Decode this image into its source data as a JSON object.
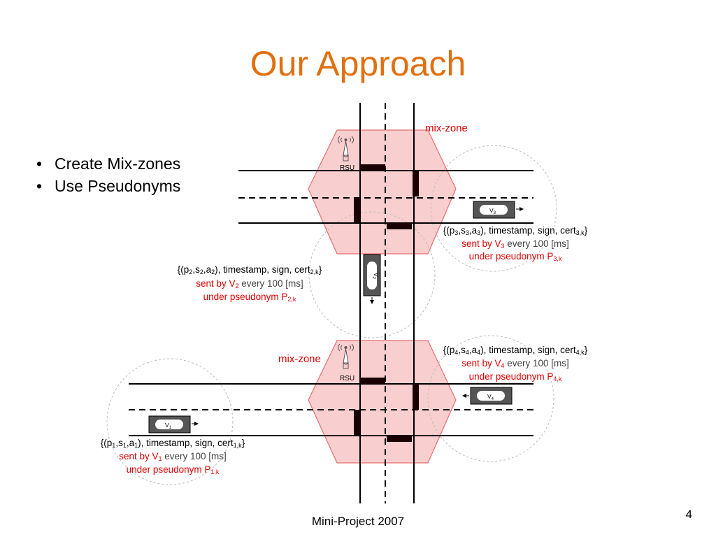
{
  "slide": {
    "title": "Our Approach",
    "bullets": [
      "Create Mix-zones",
      "Use Pseudonyms"
    ],
    "footer": "Mini-Project 2007",
    "page_number": "4"
  },
  "diagram": {
    "mix_zone_label": "mix-zone",
    "rsu_label": "RSU",
    "vehicles": {
      "v1": {
        "label": "V",
        "sub": "1"
      },
      "v2": {
        "label": "V",
        "sub": "2"
      },
      "v3": {
        "label": "V",
        "sub": "3"
      },
      "v4": {
        "label": "V",
        "sub": "4"
      }
    },
    "messages": {
      "m1": {
        "sub": "1",
        "line2_red": "sent by V",
        "line2_black": " every 100 [ms]",
        "line3": "under pseudonym P",
        "line3_sub": "1,k"
      },
      "m2": {
        "sub": "2",
        "line2_red": "sent by V",
        "line2_black": " every 100 [ms]",
        "line3": "under pseudonym P",
        "line3_sub": "2,k"
      },
      "m3": {
        "sub": "3",
        "line2_red": "sent by V",
        "line2_black": " every 100 [ms]",
        "line3": "under pseudonym P",
        "line3_sub": "3,k"
      },
      "m4": {
        "sub": "4",
        "line2_red": "sent by V",
        "line2_black": " every 100 [ms]",
        "line3": "under pseudonym P",
        "line3_sub": "4,k"
      }
    },
    "message_text": {
      "open": "{(p",
      "s": ",s",
      "a": ",a",
      "close": "), timestamp, sign, cert",
      "end": "}"
    },
    "colors": {
      "title": "#e07010",
      "mix_zone_fill": "#f9c9c9",
      "mix_zone_stroke": "#e06060",
      "highlight": "#e00000",
      "vehicle_body": "#555555"
    }
  }
}
